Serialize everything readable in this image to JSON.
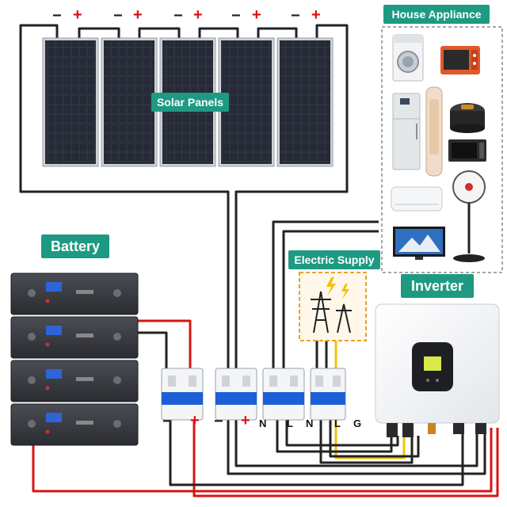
{
  "labels": {
    "solar_panels": "Solar Panels",
    "house_appliance": "House Appliance",
    "battery": "Battery",
    "electric_supply": "Electric Supply",
    "inverter": "Inverter"
  },
  "polarity": {
    "minus": "−",
    "plus": "+"
  },
  "terminals": {
    "n": "N",
    "l": "L",
    "g": "G"
  },
  "colors": {
    "label_bg": "#1f9a82",
    "wire_black": "#222222",
    "wire_red": "#d81414",
    "wire_yellow": "#f2c20a",
    "panel_frame": "#c8c8c8",
    "panel_cell": "#1b1d24",
    "breaker_blue": "#1d5fd6"
  },
  "house_appliances": [
    "washing-machine",
    "oven",
    "refrigerator",
    "air-purifier",
    "rice-cooker",
    "microwave",
    "fan",
    "air-conditioner",
    "television"
  ]
}
